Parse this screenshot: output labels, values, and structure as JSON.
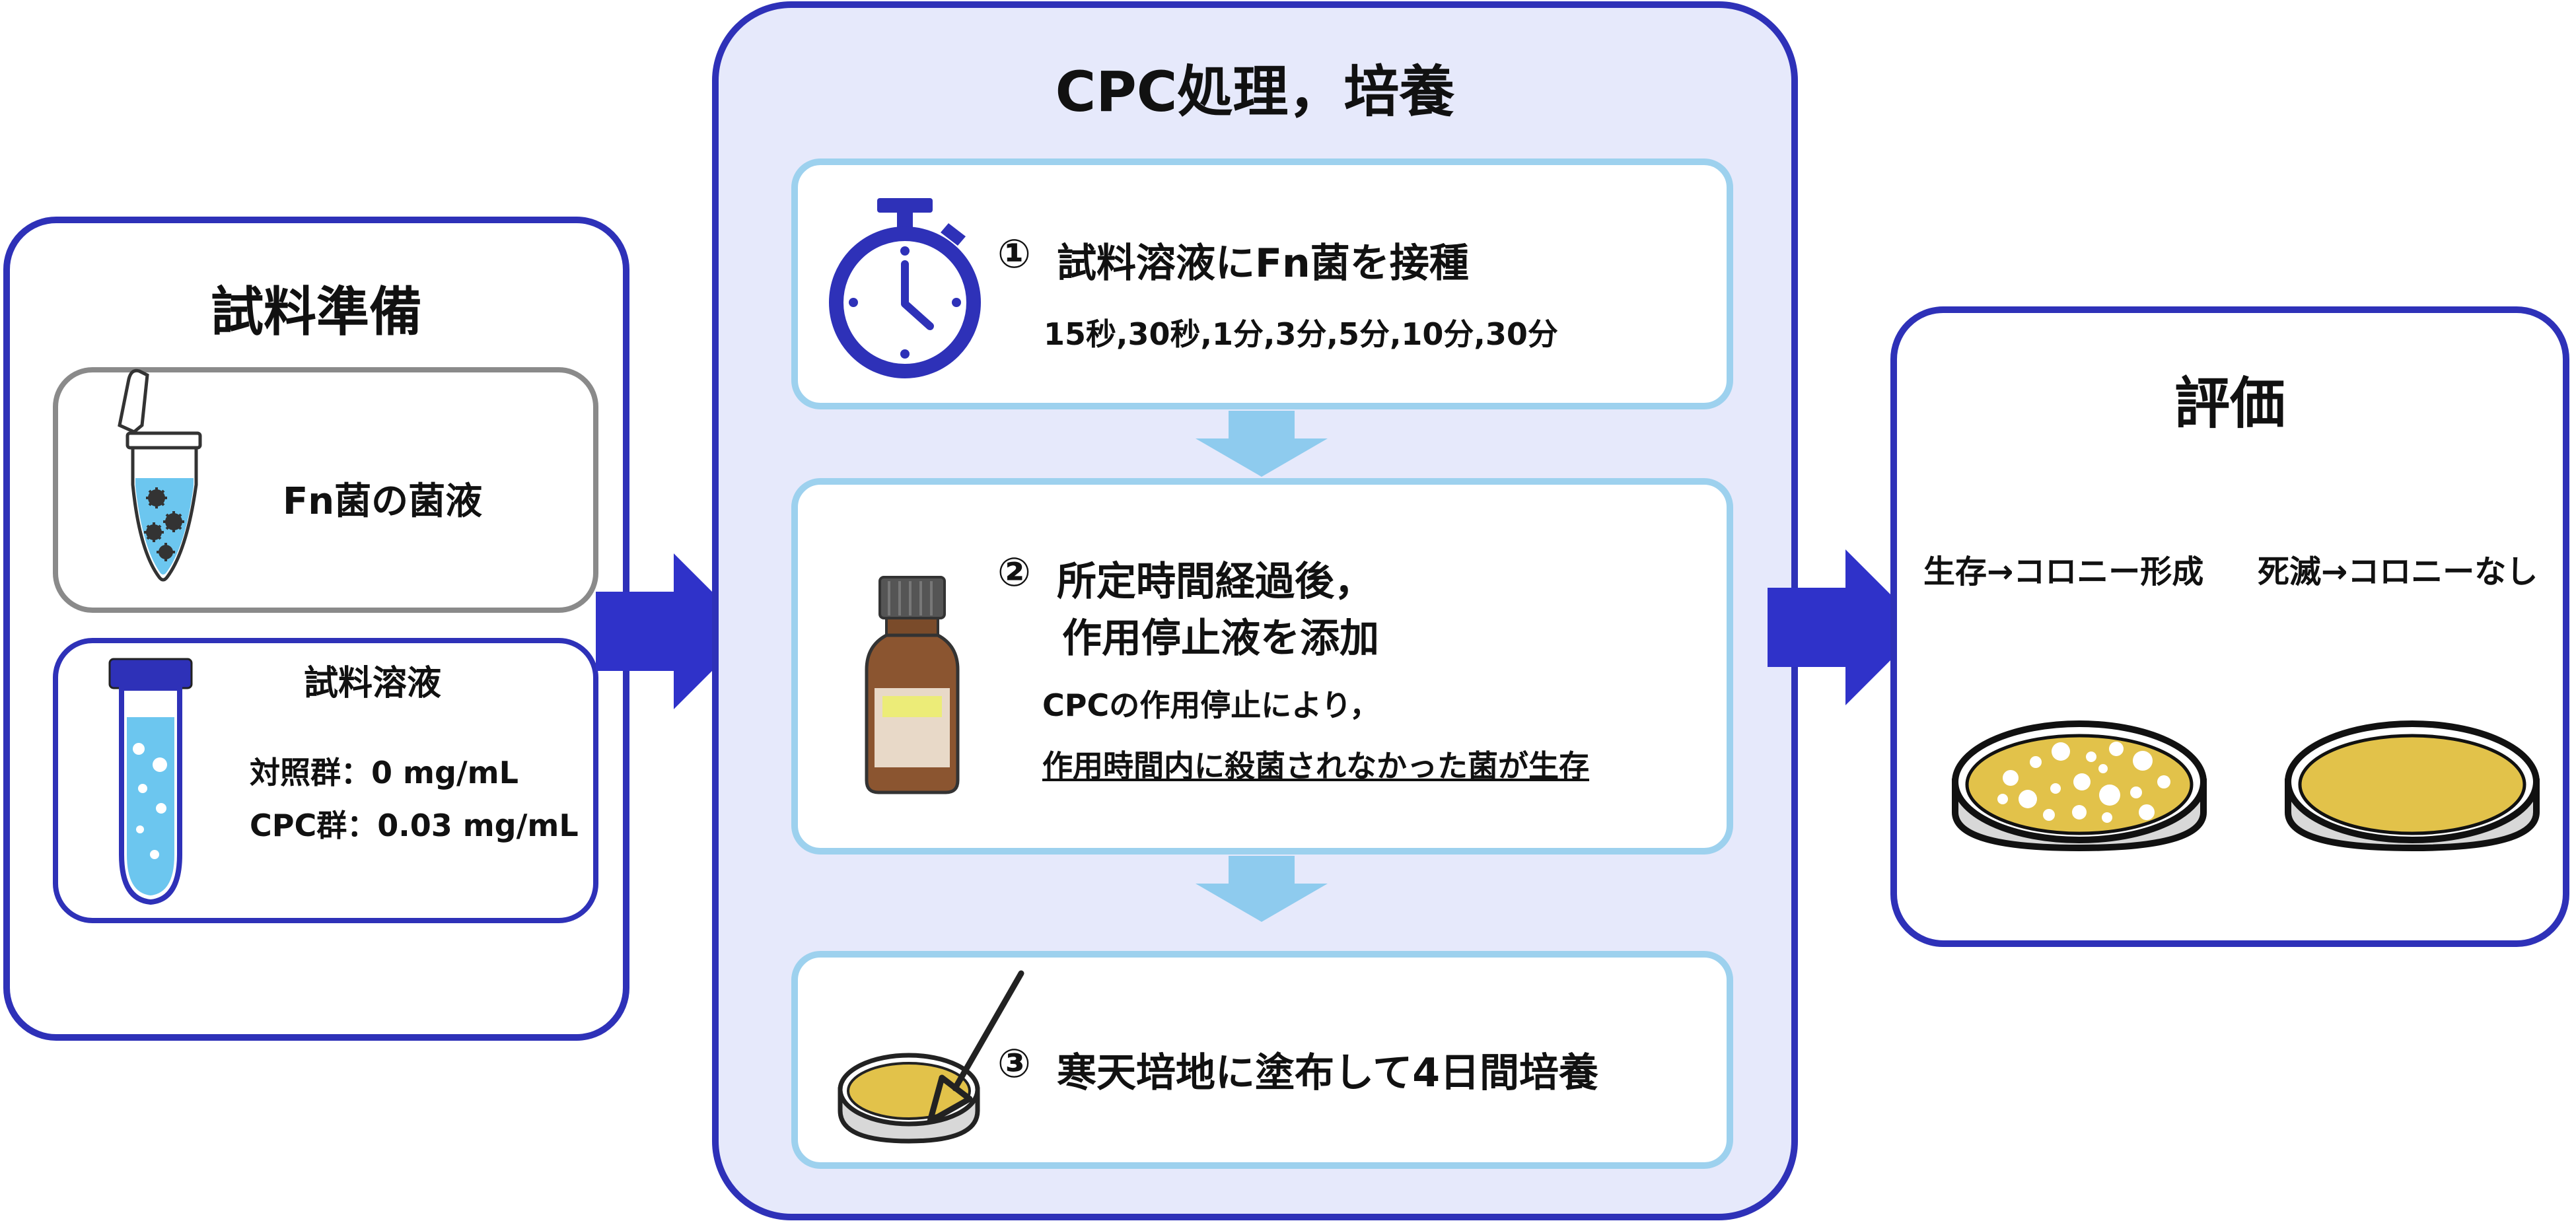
{
  "prep": {
    "title": "試料準備",
    "bacteria_label": "Fn菌の菌液",
    "sample_title": "試料溶液",
    "control_line": "対照群：0 mg/mL",
    "cpc_line": "CPC群：0.03 mg/mL"
  },
  "process": {
    "title": "CPC処理，培養",
    "step1": {
      "num": "①",
      "title": "試料溶液にFn菌を接種",
      "times": "15秒,30秒,1分,3分,5分,10分,30分"
    },
    "step2": {
      "num": "②",
      "title_line1": "所定時間経過後，",
      "title_line2": "作用停止液を添加",
      "note_line1": "CPCの作用停止により，",
      "note_line2": "作用時間内に殺菌されなかった菌が生存"
    },
    "step3": {
      "num": "③",
      "title": "寒天培地に塗布して4日間培養"
    }
  },
  "evaluation": {
    "title": "評価",
    "survive_label": "生存→コロニー形成",
    "dead_label": "死滅→コロニーなし"
  },
  "colors": {
    "panel_border": "#2e31b8",
    "panel_mid_fill": "#e6e9fb",
    "step_border": "#9dd1ee",
    "step_arrow": "#8ecbee",
    "flow_arrow": "#2f32c9",
    "agar": "#e2c24a"
  }
}
